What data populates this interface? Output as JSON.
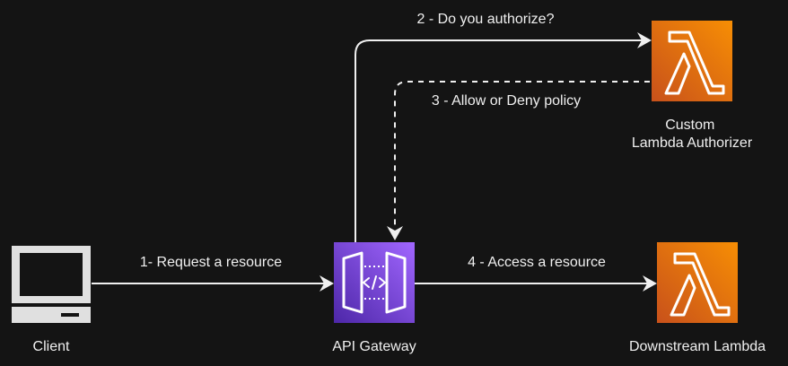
{
  "nodes": {
    "client": {
      "label": "Client",
      "icon": "desktop-computer-icon"
    },
    "api_gateway": {
      "label": "API Gateway",
      "icon": "api-gateway-icon",
      "color": "#8C4FFF"
    },
    "authorizer": {
      "label_line1": "Custom",
      "label_line2": "Lambda Authorizer",
      "icon": "lambda-icon",
      "color": "#ED7100"
    },
    "downstream": {
      "label": "Downstream Lambda",
      "icon": "lambda-icon",
      "color": "#ED7100"
    }
  },
  "edges": {
    "request": {
      "label": "1- Request a resource"
    },
    "authorize": {
      "label": "2 - Do you authorize?"
    },
    "policy": {
      "label": "3 - Allow or Deny policy"
    },
    "access": {
      "label": "4 - Access a resource"
    }
  },
  "colors": {
    "background": "#141414",
    "line": "#F0F0F0",
    "client_icon": "#E0E0E0",
    "lambda_gradient": [
      "#C8511B",
      "#F78E04"
    ],
    "api_gradient": [
      "#4D27A8",
      "#A166FF"
    ]
  }
}
